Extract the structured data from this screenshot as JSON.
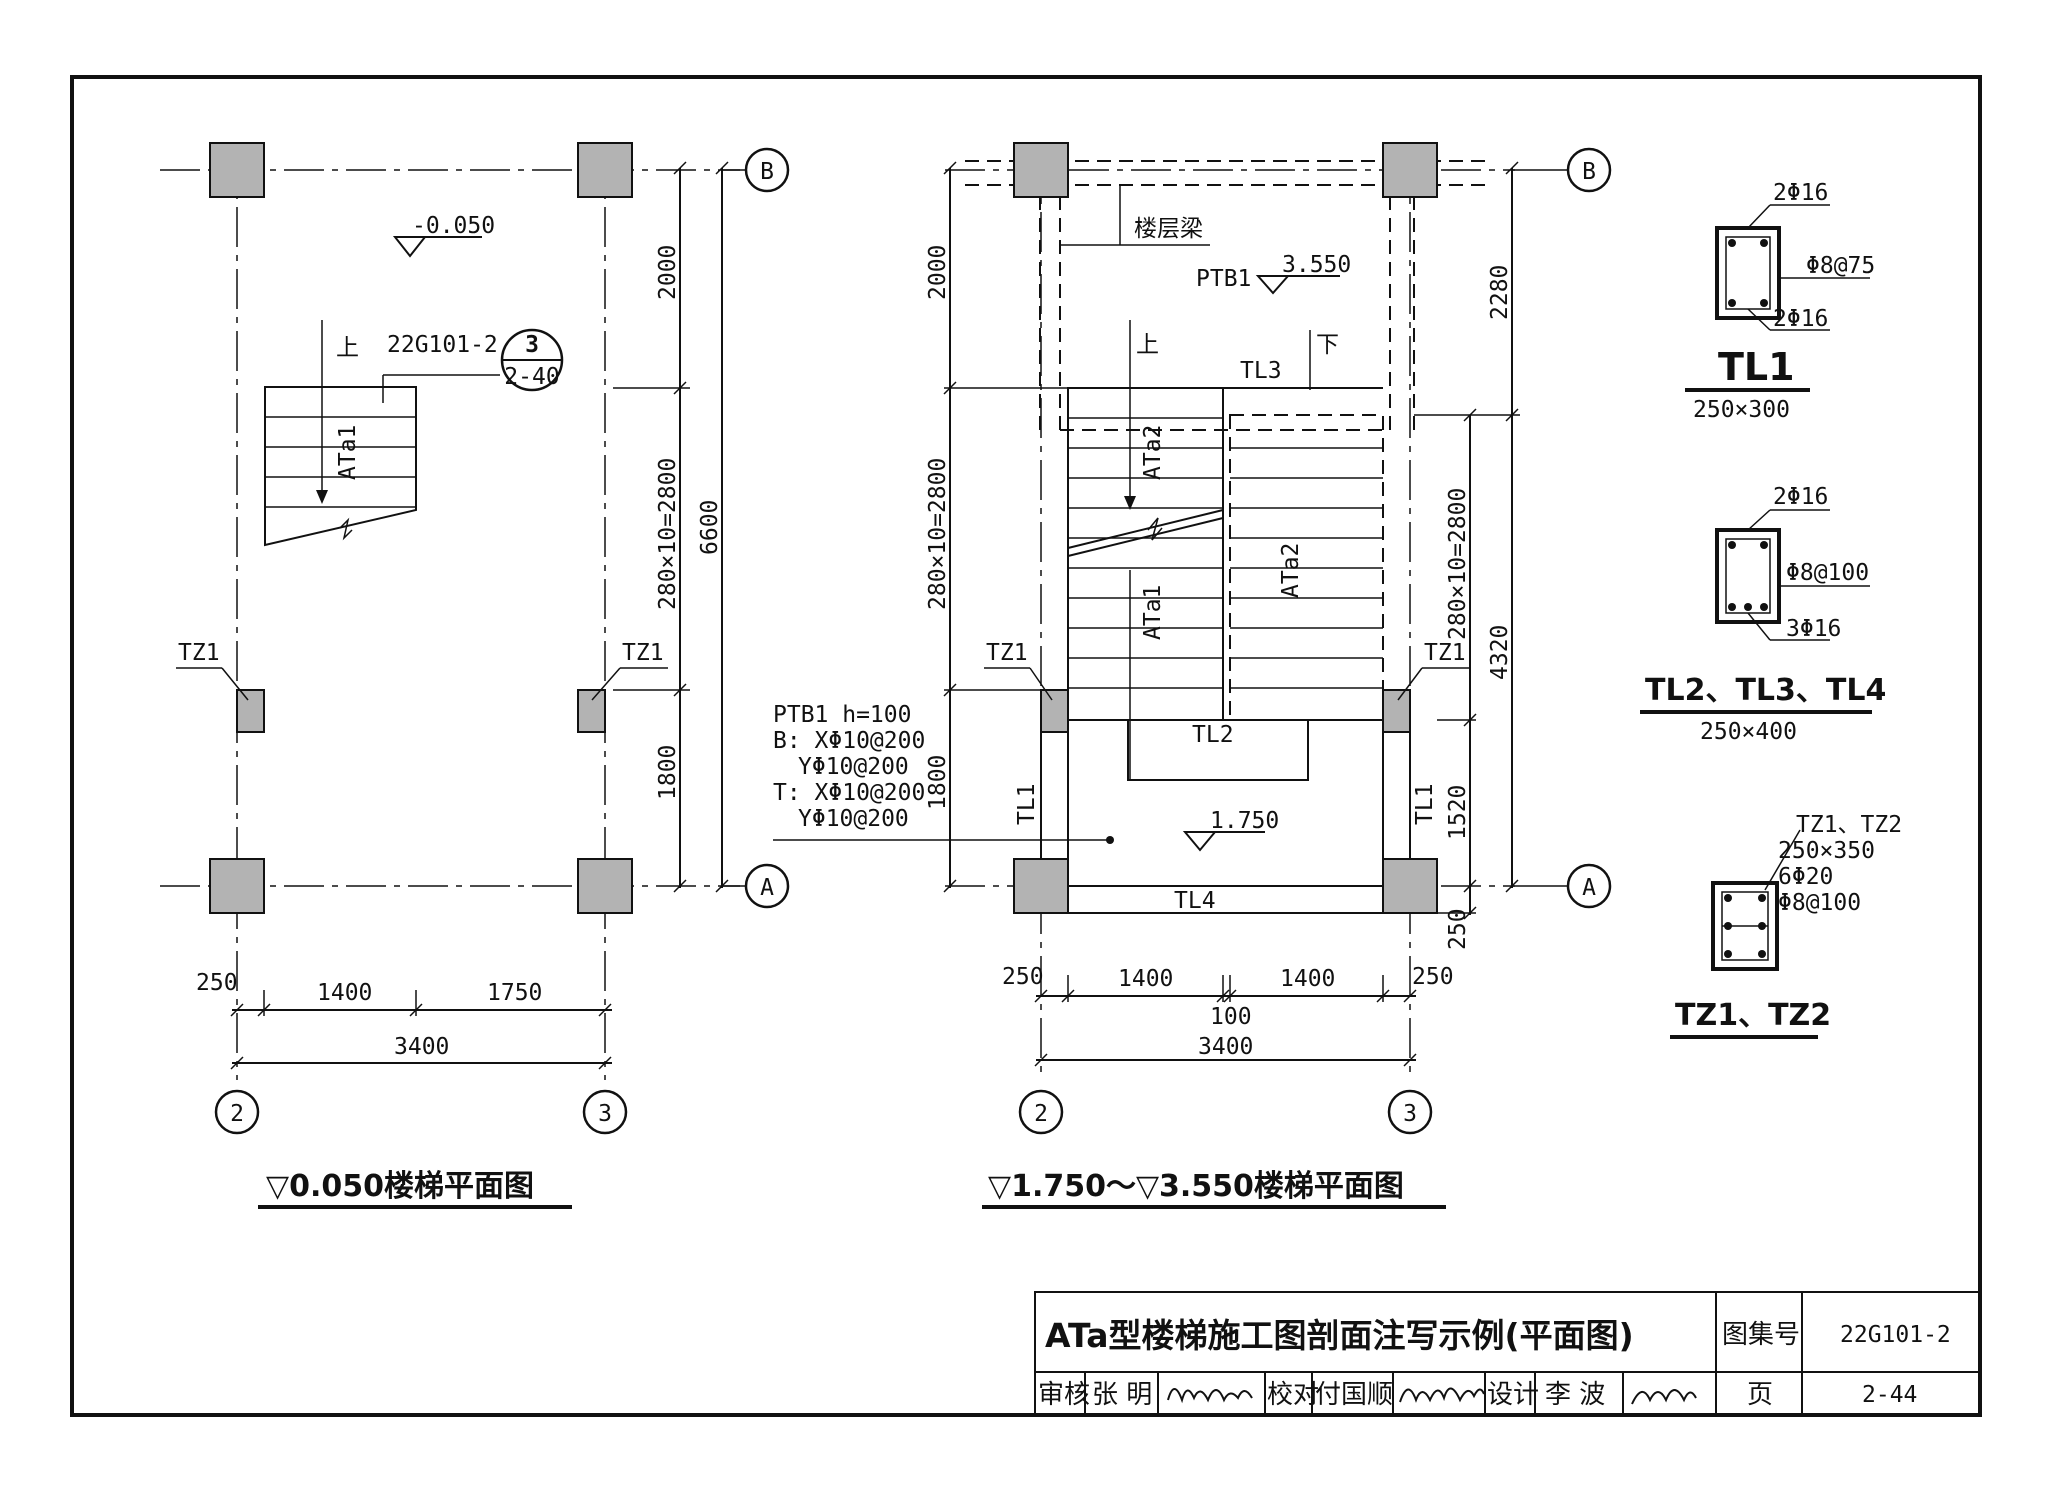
{
  "plan_left": {
    "title": "▽0.050楼梯平面图",
    "level": "-0.050",
    "up_label": "上",
    "ref_code": "22G101-2",
    "ref_num": "3",
    "ref_page": "2-40",
    "flight": "ATa1",
    "column": "TZ1",
    "dims_vertical": [
      "2000",
      "280×10=2800",
      "1800",
      "6600"
    ],
    "dims_horizontal": [
      "250",
      "1400",
      "1750",
      "3400"
    ],
    "axis_x": [
      "2",
      "3"
    ],
    "axis_y": [
      "B",
      "A"
    ]
  },
  "plan_mid": {
    "title": "▽1.750～▽3.550楼梯平面图",
    "floor_beam": "楼层梁",
    "ptb_top": "PTB1",
    "level_top": "3.550",
    "up_label": "上",
    "down_label": "下",
    "flight_a1": "ATa1",
    "flight_a2_left": "ATa2",
    "flight_a2_right": "ATa2",
    "tl1": "TL1",
    "tl2": "TL2",
    "tl3": "TL3",
    "tl4": "TL4",
    "column": "TZ1",
    "level_landing": "1.750",
    "ptb_note": [
      "PTB1 h=100",
      "B: XΦ10@200",
      "YΦ10@200",
      "T: XΦ10@200",
      "YΦ10@200"
    ],
    "dims_left": [
      "2000",
      "280×10=2800",
      "1800"
    ],
    "dims_right": [
      "2280",
      "280×10=2800",
      "4320",
      "1520",
      "250"
    ],
    "dims_horizontal": [
      "250",
      "1400",
      "1400",
      "250",
      "100",
      "3400"
    ],
    "axis_x": [
      "2",
      "3"
    ],
    "axis_y": [
      "B",
      "A"
    ]
  },
  "sections": [
    {
      "name": "TL1",
      "size": "250×300",
      "top": "2Φ16",
      "stirrup": "Φ8@75",
      "bottom": "2Φ16"
    },
    {
      "name": "TL2、TL3、TL4",
      "size": "250×400",
      "top": "2Φ16",
      "stirrup": "Φ8@100",
      "bottom": "3Φ16"
    },
    {
      "name": "TZ1、TZ2",
      "lines": [
        "TZ1、TZ2",
        "250×350",
        "6Φ20",
        "Φ8@100"
      ]
    }
  ],
  "title_block": {
    "title": "ATa型楼梯施工图剖面注写示例(平面图)",
    "atlas_label": "图集号",
    "atlas_no": "22G101-2",
    "review_label": "审核",
    "reviewer": "张 明",
    "check_label": "校对",
    "checker": "付国顺",
    "design_label": "设计",
    "designer": "李 波",
    "page_label": "页",
    "page_no": "2-44"
  }
}
